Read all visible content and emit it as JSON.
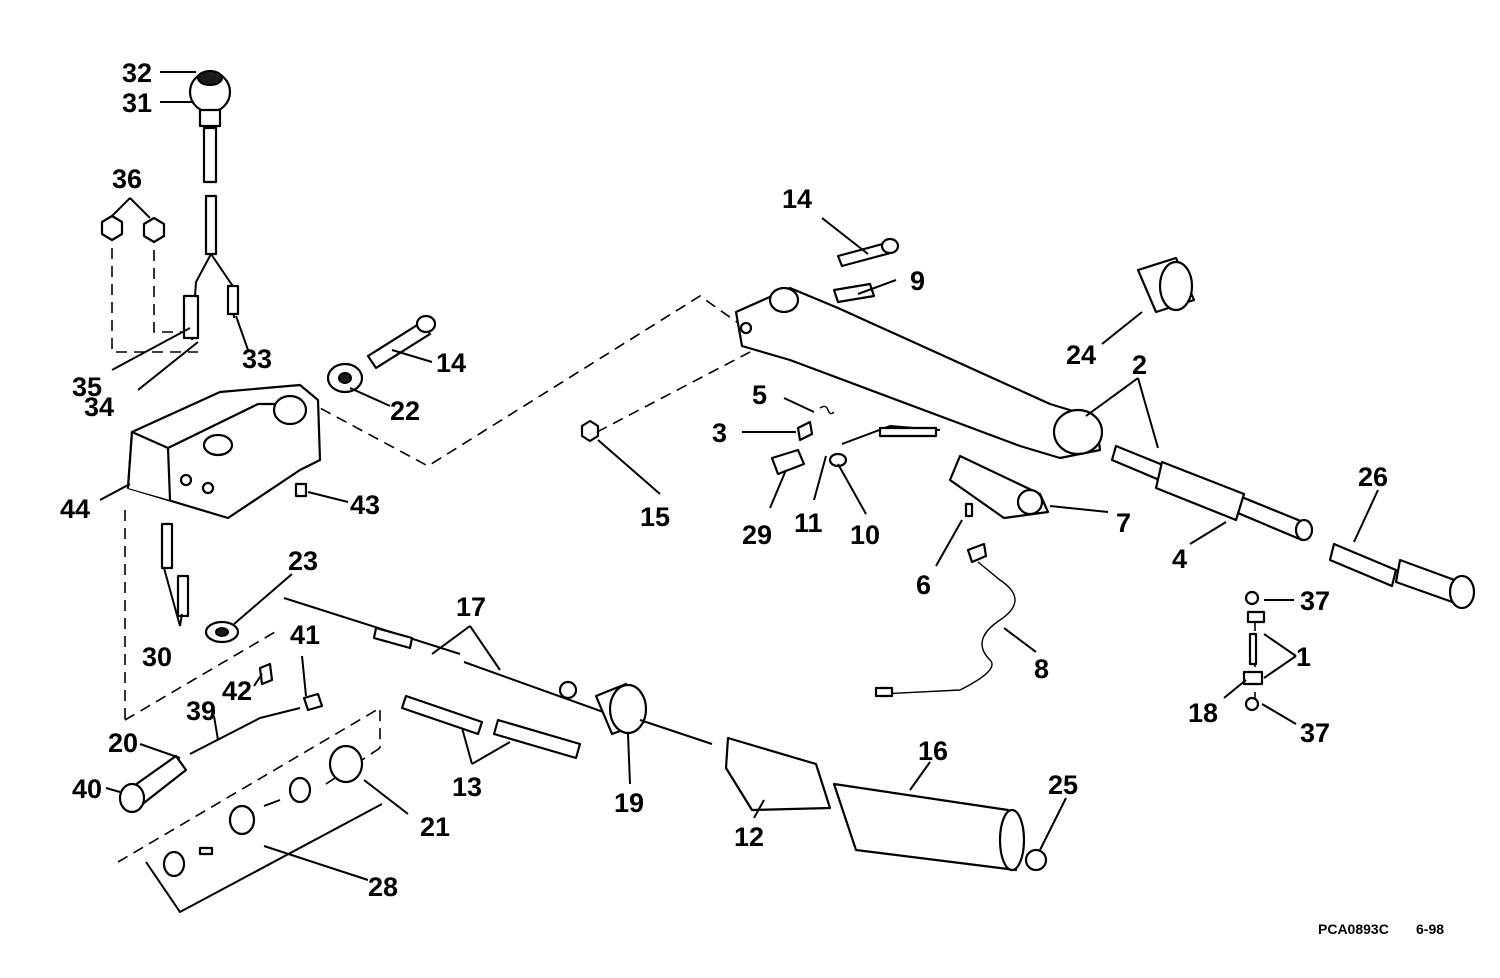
{
  "labels": {
    "p32": "32",
    "p31": "31",
    "p36": "36",
    "p35": "35",
    "p34": "34",
    "p33": "33",
    "p44": "44",
    "p43": "43",
    "p22": "22",
    "p14a": "14",
    "p14b": "14",
    "p9": "9",
    "p24": "24",
    "p2": "2",
    "p5": "5",
    "p3": "3",
    "p15": "15",
    "p29": "29",
    "p11": "11",
    "p10": "10",
    "p7": "7",
    "p6": "6",
    "p4": "4",
    "p26": "26",
    "p8": "8",
    "p37a": "37",
    "p37b": "37",
    "p1": "1",
    "p18": "18",
    "p23": "23",
    "p30": "30",
    "p17": "17",
    "p41": "41",
    "p42": "42",
    "p39": "39",
    "p20": "20",
    "p40": "40",
    "p13": "13",
    "p19": "19",
    "p21": "21",
    "p12": "12",
    "p16": "16",
    "p25": "25",
    "p28": "28"
  },
  "footer": {
    "code": "PCA0893C",
    "date": "6-98"
  }
}
